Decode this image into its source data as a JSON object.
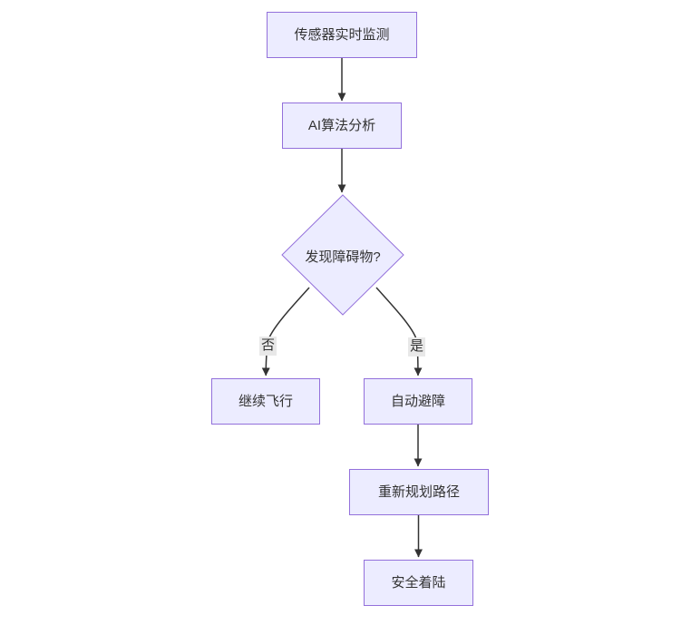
{
  "diagram": {
    "type": "flowchart",
    "direction": "top-down",
    "nodes": [
      {
        "id": "A",
        "label": "传感器实时监测",
        "shape": "rect"
      },
      {
        "id": "B",
        "label": "AI算法分析",
        "shape": "rect"
      },
      {
        "id": "C",
        "label": "发现障碍物?",
        "shape": "diamond"
      },
      {
        "id": "D",
        "label": "继续飞行",
        "shape": "rect"
      },
      {
        "id": "E",
        "label": "自动避障",
        "shape": "rect"
      },
      {
        "id": "F",
        "label": "重新规划路径",
        "shape": "rect"
      },
      {
        "id": "G",
        "label": "安全着陆",
        "shape": "rect"
      }
    ],
    "edges": [
      {
        "from": "A",
        "to": "B",
        "label": ""
      },
      {
        "from": "B",
        "to": "C",
        "label": ""
      },
      {
        "from": "C",
        "to": "D",
        "label": "否"
      },
      {
        "from": "C",
        "to": "E",
        "label": "是"
      },
      {
        "from": "E",
        "to": "F",
        "label": ""
      },
      {
        "from": "F",
        "to": "G",
        "label": ""
      }
    ],
    "colors": {
      "node_fill": "#ECECFF",
      "node_border": "#9370DB",
      "text": "#333333",
      "edge_line": "#333333",
      "edge_label_bg": "#e8e8e8",
      "background": "#ffffff"
    }
  }
}
